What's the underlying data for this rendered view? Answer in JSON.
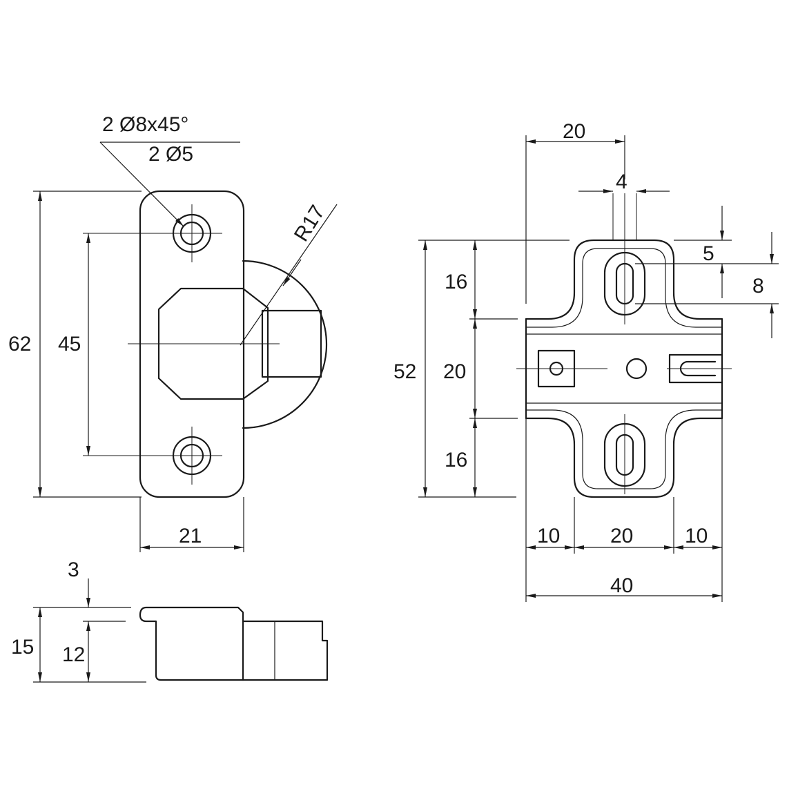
{
  "front_view": {
    "label_holes_countersink": "2  Ø8x45°",
    "label_holes_diameter": "2  Ø5",
    "label_radius": "R17",
    "dim_height_total": "62",
    "dim_hole_spacing": "45",
    "dim_width": "21"
  },
  "side_view": {
    "dim_top_thickness": "3",
    "dim_total_height": "15",
    "dim_body_height": "12"
  },
  "plate_view": {
    "dim_offset_top": "20",
    "dim_slot_width": "4",
    "dim_slot_offset": "5",
    "dim_slot_length": "8",
    "dim_height_total": "52",
    "dim_upper_wing": "16",
    "dim_middle_band": "20",
    "dim_lower_wing": "16",
    "dim_left_arm": "10",
    "dim_center_width": "20",
    "dim_right_arm": "10",
    "dim_total_width": "40"
  }
}
